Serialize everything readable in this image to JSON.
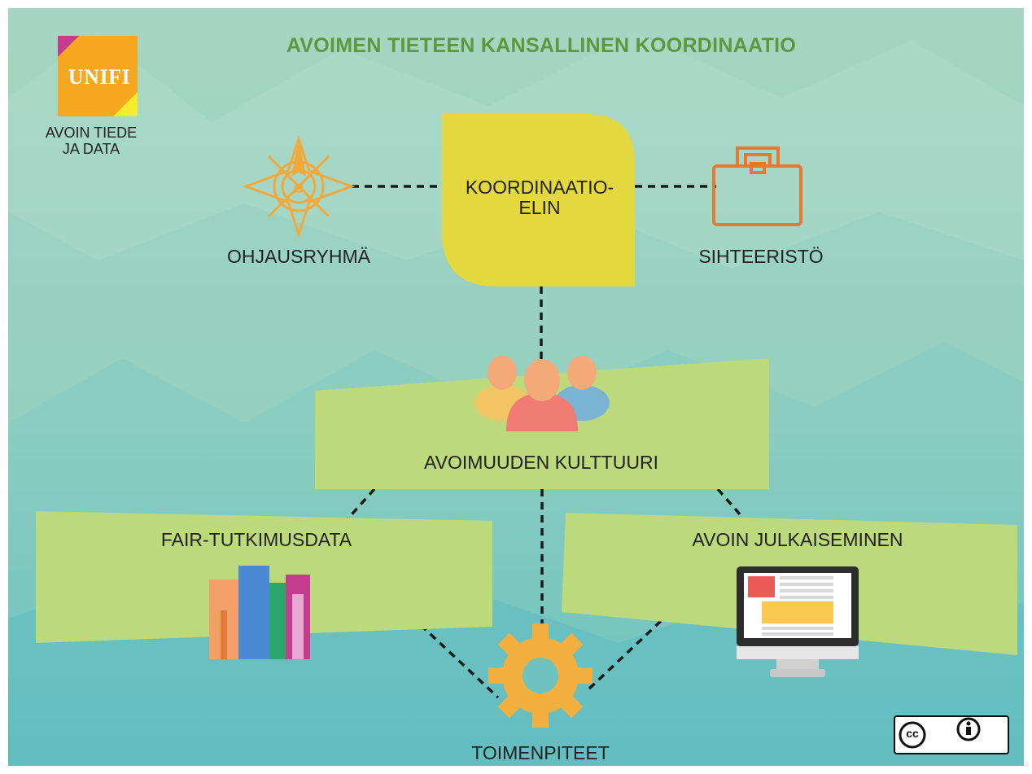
{
  "title": "AVOIMEN TIETEEN KANSALLINEN KOORDINAATIO",
  "logo": {
    "text": "UNIFI",
    "caption_line1": "AVOIN TIEDE",
    "caption_line2": "JA DATA"
  },
  "nodes": {
    "coordination_line1": "KOORDINAATIO-",
    "coordination_line2": "ELIN",
    "steering": "OHJAUSRYHMÄ",
    "secretariat": "SIHTEERISTÖ",
    "culture": "AVOIMUUDEN KULTTUURI",
    "fair_data": "FAIR-TUTKIMUSDATA",
    "publishing": "AVOIN JULKAISEMINEN",
    "actions": "TOIMENPITEET"
  },
  "license": {
    "cc": "cc",
    "by": "BY"
  },
  "icons": {
    "steering": "compass-rose-icon",
    "secretariat": "briefcase-icon",
    "culture": "people-group-icon",
    "fair_data": "books-icon",
    "publishing": "monitor-icon",
    "actions": "gear-icon"
  },
  "colors": {
    "title": "#5a9a3c",
    "coordination_box": "#e3d840",
    "green_banner": "#bcd97c",
    "orange_icon": "#f2a93b",
    "briefcase": "#e8782e",
    "gear": "#f3b03e",
    "logo_orange": "#f7a823",
    "logo_magenta": "#c33d8f",
    "logo_yellow": "#f5ec2b"
  }
}
